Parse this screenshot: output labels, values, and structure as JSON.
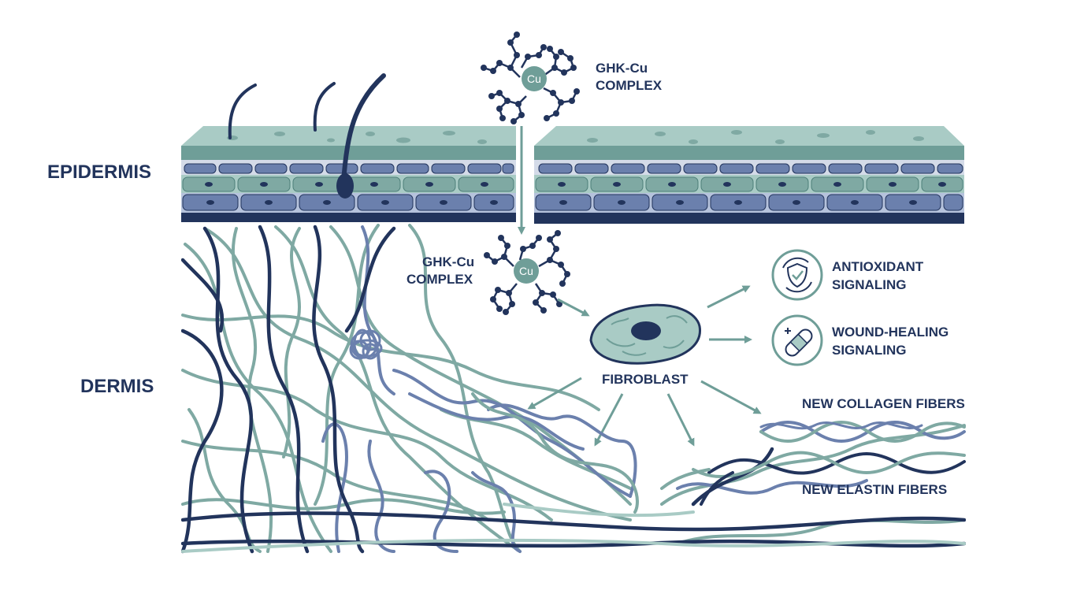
{
  "labels": {
    "epidermis": "EPIDERMIS",
    "dermis": "DERMIS",
    "complex_top_line1": "GHK-Cu",
    "complex_top_line2": "COMPLEX",
    "complex_mid_line1": "GHK-Cu",
    "complex_mid_line2": "COMPLEX",
    "copper_symbol": "Cu",
    "fibroblast": "FIBROBLAST",
    "antioxidant_line1": "ANTIOXIDANT",
    "antioxidant_line2": "SIGNALING",
    "wound_line1": "WOUND-HEALING",
    "wound_line2": "SIGNALING",
    "collagen": "NEW COLLAGEN FIBERS",
    "elastin": "NEW ELASTIN FIBERS"
  },
  "icons": {
    "antioxidant": "shield-check-cycle-icon",
    "wound_healing": "bandage-plus-icon"
  },
  "colors": {
    "navy": "#22345c",
    "teal": "#6f9e98",
    "teal_light": "#a9cbc5",
    "slate_blue": "#6b80ad",
    "periwinkle": "#a8b7d6"
  }
}
